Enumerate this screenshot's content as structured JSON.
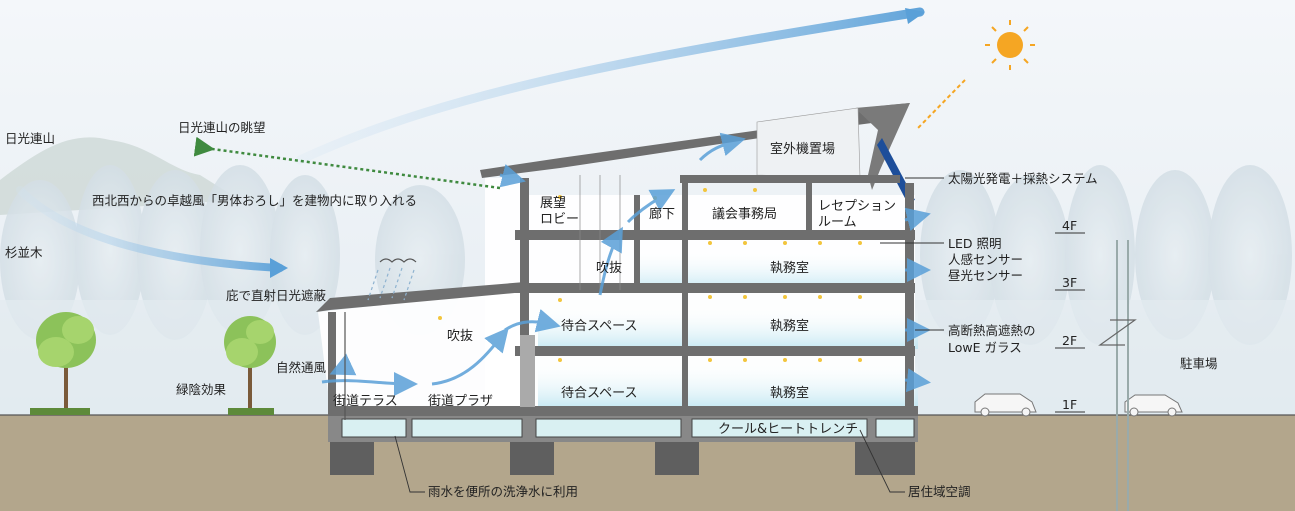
{
  "colors": {
    "sky": "#dfe9f3",
    "ground": "#b3a68c",
    "concrete": "#6e6e6e",
    "wind_arrow": "#5aa0d8",
    "solar_panel": "#1d4e9a",
    "sun": "#f5a623",
    "green_view": "#3f8a3f"
  },
  "labels": {
    "mountain": "日光連山",
    "mountain_view": "日光連山の眺望",
    "cedar": "杉並木",
    "wind": "西北西からの卓越風「男体おろし」を建物内に取り入れる",
    "canopy": "庇で直射日光遮蔽",
    "natural_vent": "自然通風",
    "shade": "緑陰効果",
    "parking": "駐車場",
    "solar": "太陽光発電＋採熱システム",
    "led1": "LED 照明",
    "led2": "人感センサー",
    "led3": "昼光センサー",
    "glass1": "高断熱高遮熱の",
    "glass2": "LowE ガラス",
    "rain": "雨水を便所の洗浄水に利用",
    "hvac": "居住域空調"
  },
  "rooms": {
    "outdoor_unit": "室外機置場",
    "lobby1": "展望",
    "lobby2": "ロビー",
    "corridor": "廊下",
    "assembly": "議会事務局",
    "reception1": "レセプション",
    "reception2": "ルーム",
    "atrium_top": "吹抜",
    "office3": "執務室",
    "atrium_left": "吹抜",
    "waiting2": "待合スペース",
    "office2": "執務室",
    "waiting1": "待合スペース",
    "office1": "執務室",
    "street_terrace": "街道テラス",
    "street_plaza": "街道プラザ",
    "trench": "クール&ヒートトレンチ"
  },
  "floors": [
    "4F",
    "3F",
    "2F",
    "1F"
  ]
}
